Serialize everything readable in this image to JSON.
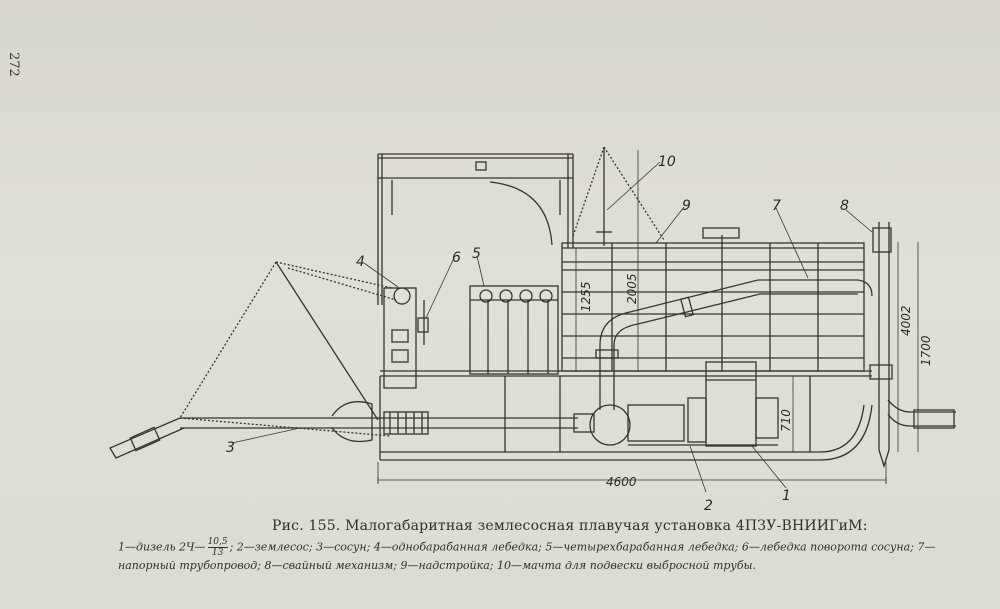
{
  "page_number": "272",
  "figure": {
    "caption": "Рис. 155. Малогабаритная землесосная плавучая установка 4ПЗУ-ВНИИГиМ:",
    "legend_lead": "1—дизель 2Ч—",
    "legend_fraction_num": "10,5",
    "legend_fraction_den": "13",
    "legend_rest": "; 2—землесос; 3—сосун; 4—однобарабанная лебедка; 5—четырехбарабанная лебедка; 6—лебедка поворота сосуна; 7—напорный трубопровод; 8—свайный механизм; 9—надстройка; 10—мачта для подвески выбросной трубы."
  },
  "drawing": {
    "callouts": [
      "1",
      "2",
      "3",
      "4",
      "5",
      "6",
      "7",
      "8",
      "9",
      "10"
    ],
    "dimensions": {
      "overall_length": "4600",
      "height_mast": "2005",
      "height_superstructure": "1255",
      "height_hull": "710",
      "height_pile_total": "4002",
      "height_pile": "1700"
    }
  }
}
